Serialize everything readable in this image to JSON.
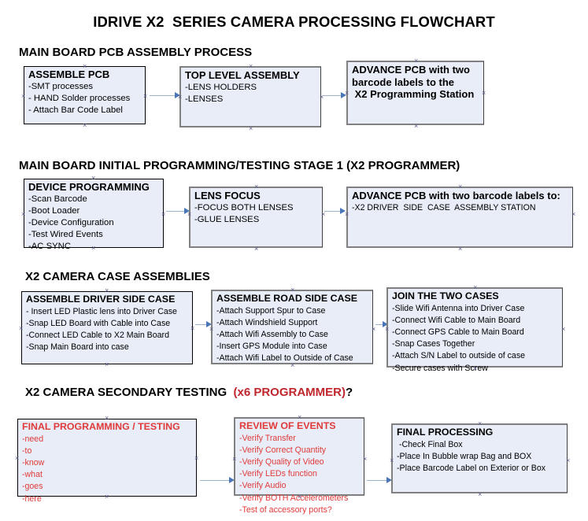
{
  "document": {
    "title": "IDRIVE X2  SERIES CAMERA PROCESSING FLOWCHART",
    "colors": {
      "box_fill": "#e8edf7",
      "box_border": "#000000",
      "accent_red": "#c0272d",
      "box_red_text": "#e03a3a",
      "connector_line": "#9bb2cb",
      "connector_arrow": "#4a76b8"
    }
  },
  "sections": [
    {
      "heading": "MAIN BOARD PCB ASSEMBLY PROCESS",
      "heading_accent": "",
      "heading_tail": "",
      "boxes": [
        {
          "title": "ASSEMBLE PCB",
          "lines": [
            "-SMT processes",
            "- HAND Solder processes",
            "- Attach Bar Code Label"
          ]
        },
        {
          "title": "TOP LEVEL ASSEMBLY",
          "lines": [
            "-LENS HOLDERS",
            "-LENSES"
          ]
        },
        {
          "title": "ADVANCE PCB with two",
          "lines": [
            "barcode labels to the",
            " X2 Programming Station"
          ]
        }
      ]
    },
    {
      "heading": "MAIN BOARD INITIAL PROGRAMMING/TESTING STAGE 1 (X2 PROGRAMMER)",
      "heading_accent": "",
      "heading_tail": "",
      "boxes": [
        {
          "title": "DEVICE PROGRAMMING",
          "lines": [
            "-Scan Barcode",
            "-Boot Loader",
            "-Device Configuration",
            "-Test Wired Events",
            "-AC SYNC"
          ]
        },
        {
          "title": "LENS FOCUS",
          "lines": [
            "-FOCUS BOTH LENSES",
            "-GLUE LENSES"
          ]
        },
        {
          "title": "ADVANCE PCB with two barcode labels to:",
          "lines": [
            "-X2 DRIVER  SIDE  CASE  ASSEMBLY STATION"
          ]
        }
      ]
    },
    {
      "heading": "X2 CAMERA CASE ASSEMBLIES",
      "heading_accent": "",
      "heading_tail": "",
      "boxes": [
        {
          "title": "ASSEMBLE DRIVER SIDE CASE",
          "lines": [
            "- Insert LED Plastic lens into Driver Case",
            "-Snap LED Board with Cable into Case",
            "-Connect LED Cable to X2 Main Board",
            "-Snap Main Board into case"
          ]
        },
        {
          "title": "ASSEMBLE ROAD SIDE CASE",
          "lines": [
            "-Attach Support Spur to Case",
            "-Attach Windshield Support",
            "-Attach Wifi Assembly to Case",
            "-Insert GPS Module into Case",
            "-Attach Wifi Label to Outside of Case"
          ]
        },
        {
          "title": "JOIN THE TWO CASES",
          "lines": [
            "-Slide Wifi Antenna into Driver Case",
            "-Connect Wifi Cable to Main Board",
            "-Connect GPS Cable to Main Board",
            "-Snap Cases Together",
            "-Attach S/N Label to outside of case",
            "-Secure cases with Screw"
          ]
        }
      ]
    },
    {
      "heading": "X2 CAMERA SECONDARY TESTING  ",
      "heading_accent": "(x6 PROGRAMMER)",
      "heading_tail": "?",
      "boxes": [
        {
          "title": "FINAL PROGRAMMING / TESTING",
          "lines": [
            "-need",
            "-to",
            "-know",
            "-what",
            "-goes",
            "-here"
          ]
        },
        {
          "title": "REVIEW OF EVENTS",
          "lines": [
            "-Verify Transfer",
            "-Verify Correct Quantity",
            "-Verify Quality of Video",
            "-Verify LEDs function",
            "-Verify Audio",
            "-Verify BOTH Accelerometers",
            "-Test of accessory ports?"
          ]
        },
        {
          "title": "FINAL PROCESSING",
          "lines": [
            " -Check Final Box",
            "-Place In Bubble wrap Bag and BOX",
            "-Place Barcode Label on Exterior or Box"
          ]
        }
      ]
    }
  ]
}
